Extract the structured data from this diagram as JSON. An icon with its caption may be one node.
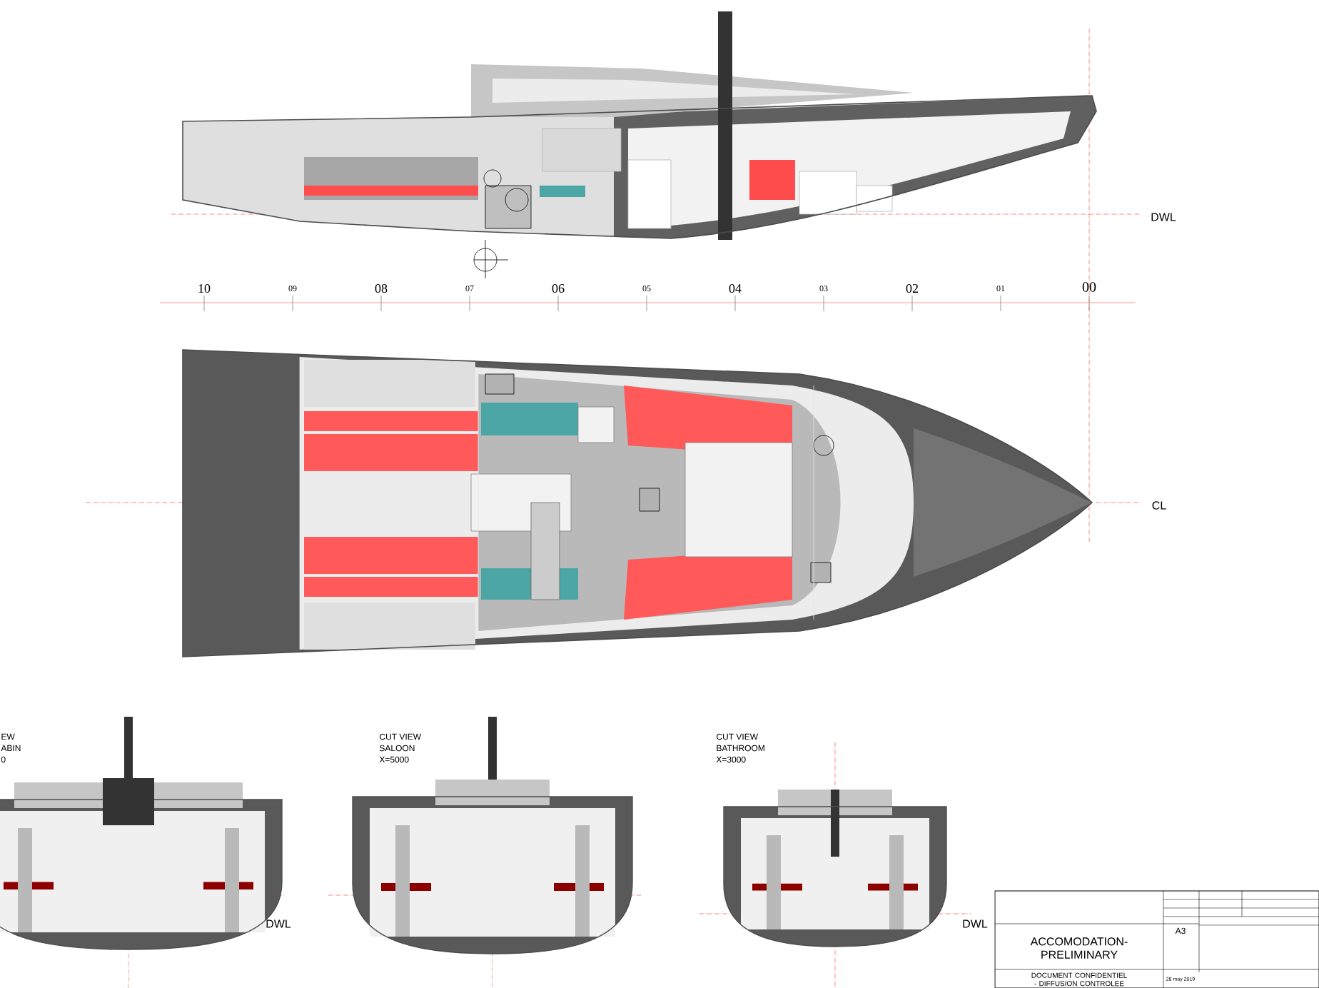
{
  "diagram": {
    "labels": [
      "DWL",
      "10",
      "09",
      "08",
      "07",
      "06",
      "05",
      "04",
      "03",
      "02",
      "01",
      "00",
      "CL",
      "EW",
      "ABIN",
      "0",
      "CUT VIEW",
      "SALOON",
      "X=5000",
      "CUT VIEW",
      "BATHROOM",
      "X=3000",
      "DWL",
      "DWL",
      "ACCOMODATION-PRELIMINARY",
      "A3",
      "DOCUMENT CONFIDENTIEL - DIFFUSION CONTROLEE",
      "28 may 2019"
    ]
  }
}
